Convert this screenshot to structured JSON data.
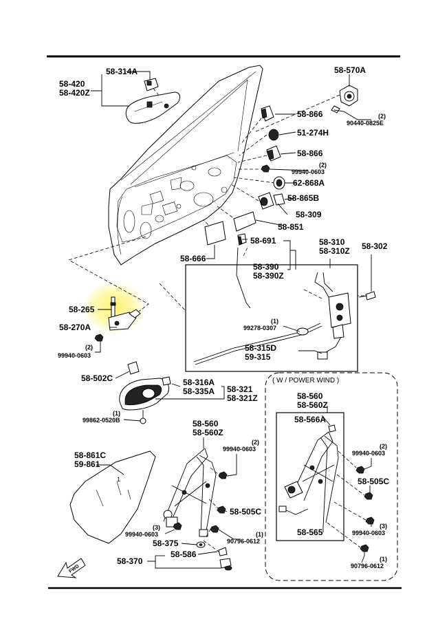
{
  "labels": {
    "l_58_314A": "58-314A",
    "l_58_420": "58-420",
    "l_58_420Z": "58-420Z",
    "l_58_570A": "58-570A",
    "l_qty_570": "(2)",
    "l_90440": "90440-0825E",
    "l_58_866a": "58-866",
    "l_51_274H": "51-274H",
    "l_58_866b": "58-866",
    "l_qty_99940a": "(2)",
    "l_99940a": "99940-0603",
    "l_62_868A": "62-868A",
    "l_58_865B": "58-865B",
    "l_58_309": "58-309",
    "l_58_851": "58-851",
    "l_58_666": "58-666",
    "l_58_691": "58-691",
    "l_58_390": "58-390",
    "l_58_390Z": "58-390Z",
    "l_58_310": "58-310",
    "l_58_310Z": "58-310Z",
    "l_58_302": "58-302",
    "l_58_265": "58-265",
    "l_58_270A": "58-270A",
    "l_qty_99940b": "(2)",
    "l_99940b": "99940-0603",
    "l_qty_99278": "(1)",
    "l_99278": "99278-0307",
    "l_58_315D": "58-315D",
    "l_59_315": "59-315",
    "l_58_502C": "58-502C",
    "l_58_316A": "58-316A",
    "l_58_335A": "58-335A",
    "l_58_321": "58-321",
    "l_58_321Z": "58-321Z",
    "l_qty_99862": "(1)",
    "l_99862": "99862-0520B",
    "l_power_wind": "( W / POWER WIND )",
    "l_58_560_pw": "58-560",
    "l_58_560Z_pw": "58-560Z",
    "l_58_566A": "58-566A",
    "l_qty_99940c": "(2)",
    "l_99940c": "99940-0603",
    "l_58_505C_pw": "58-505C",
    "l_qty_99940d": "(3)",
    "l_99940d": "99940-0603",
    "l_58_565": "58-565",
    "l_qty_90796_pw": "(1)",
    "l_90796_pw": "90796-0612",
    "l_58_560": "58-560",
    "l_58_560Z": "58-560Z",
    "l_qty_99940e": "(2)",
    "l_99940e": "99940-0603",
    "l_58_861C": "58-861C",
    "l_59_861": "59-861",
    "l_58_505C": "58-505C",
    "l_qty_99940f": "(3)",
    "l_99940f": "99940-0603",
    "l_qty_90796": "(1)",
    "l_90796": "90796-0612",
    "l_58_375": "58-375",
    "l_58_586": "58-586",
    "l_58_370": "58-370",
    "l_fwd": "FWD"
  },
  "colors": {
    "highlight": "#fff36a",
    "line": "#000000"
  }
}
